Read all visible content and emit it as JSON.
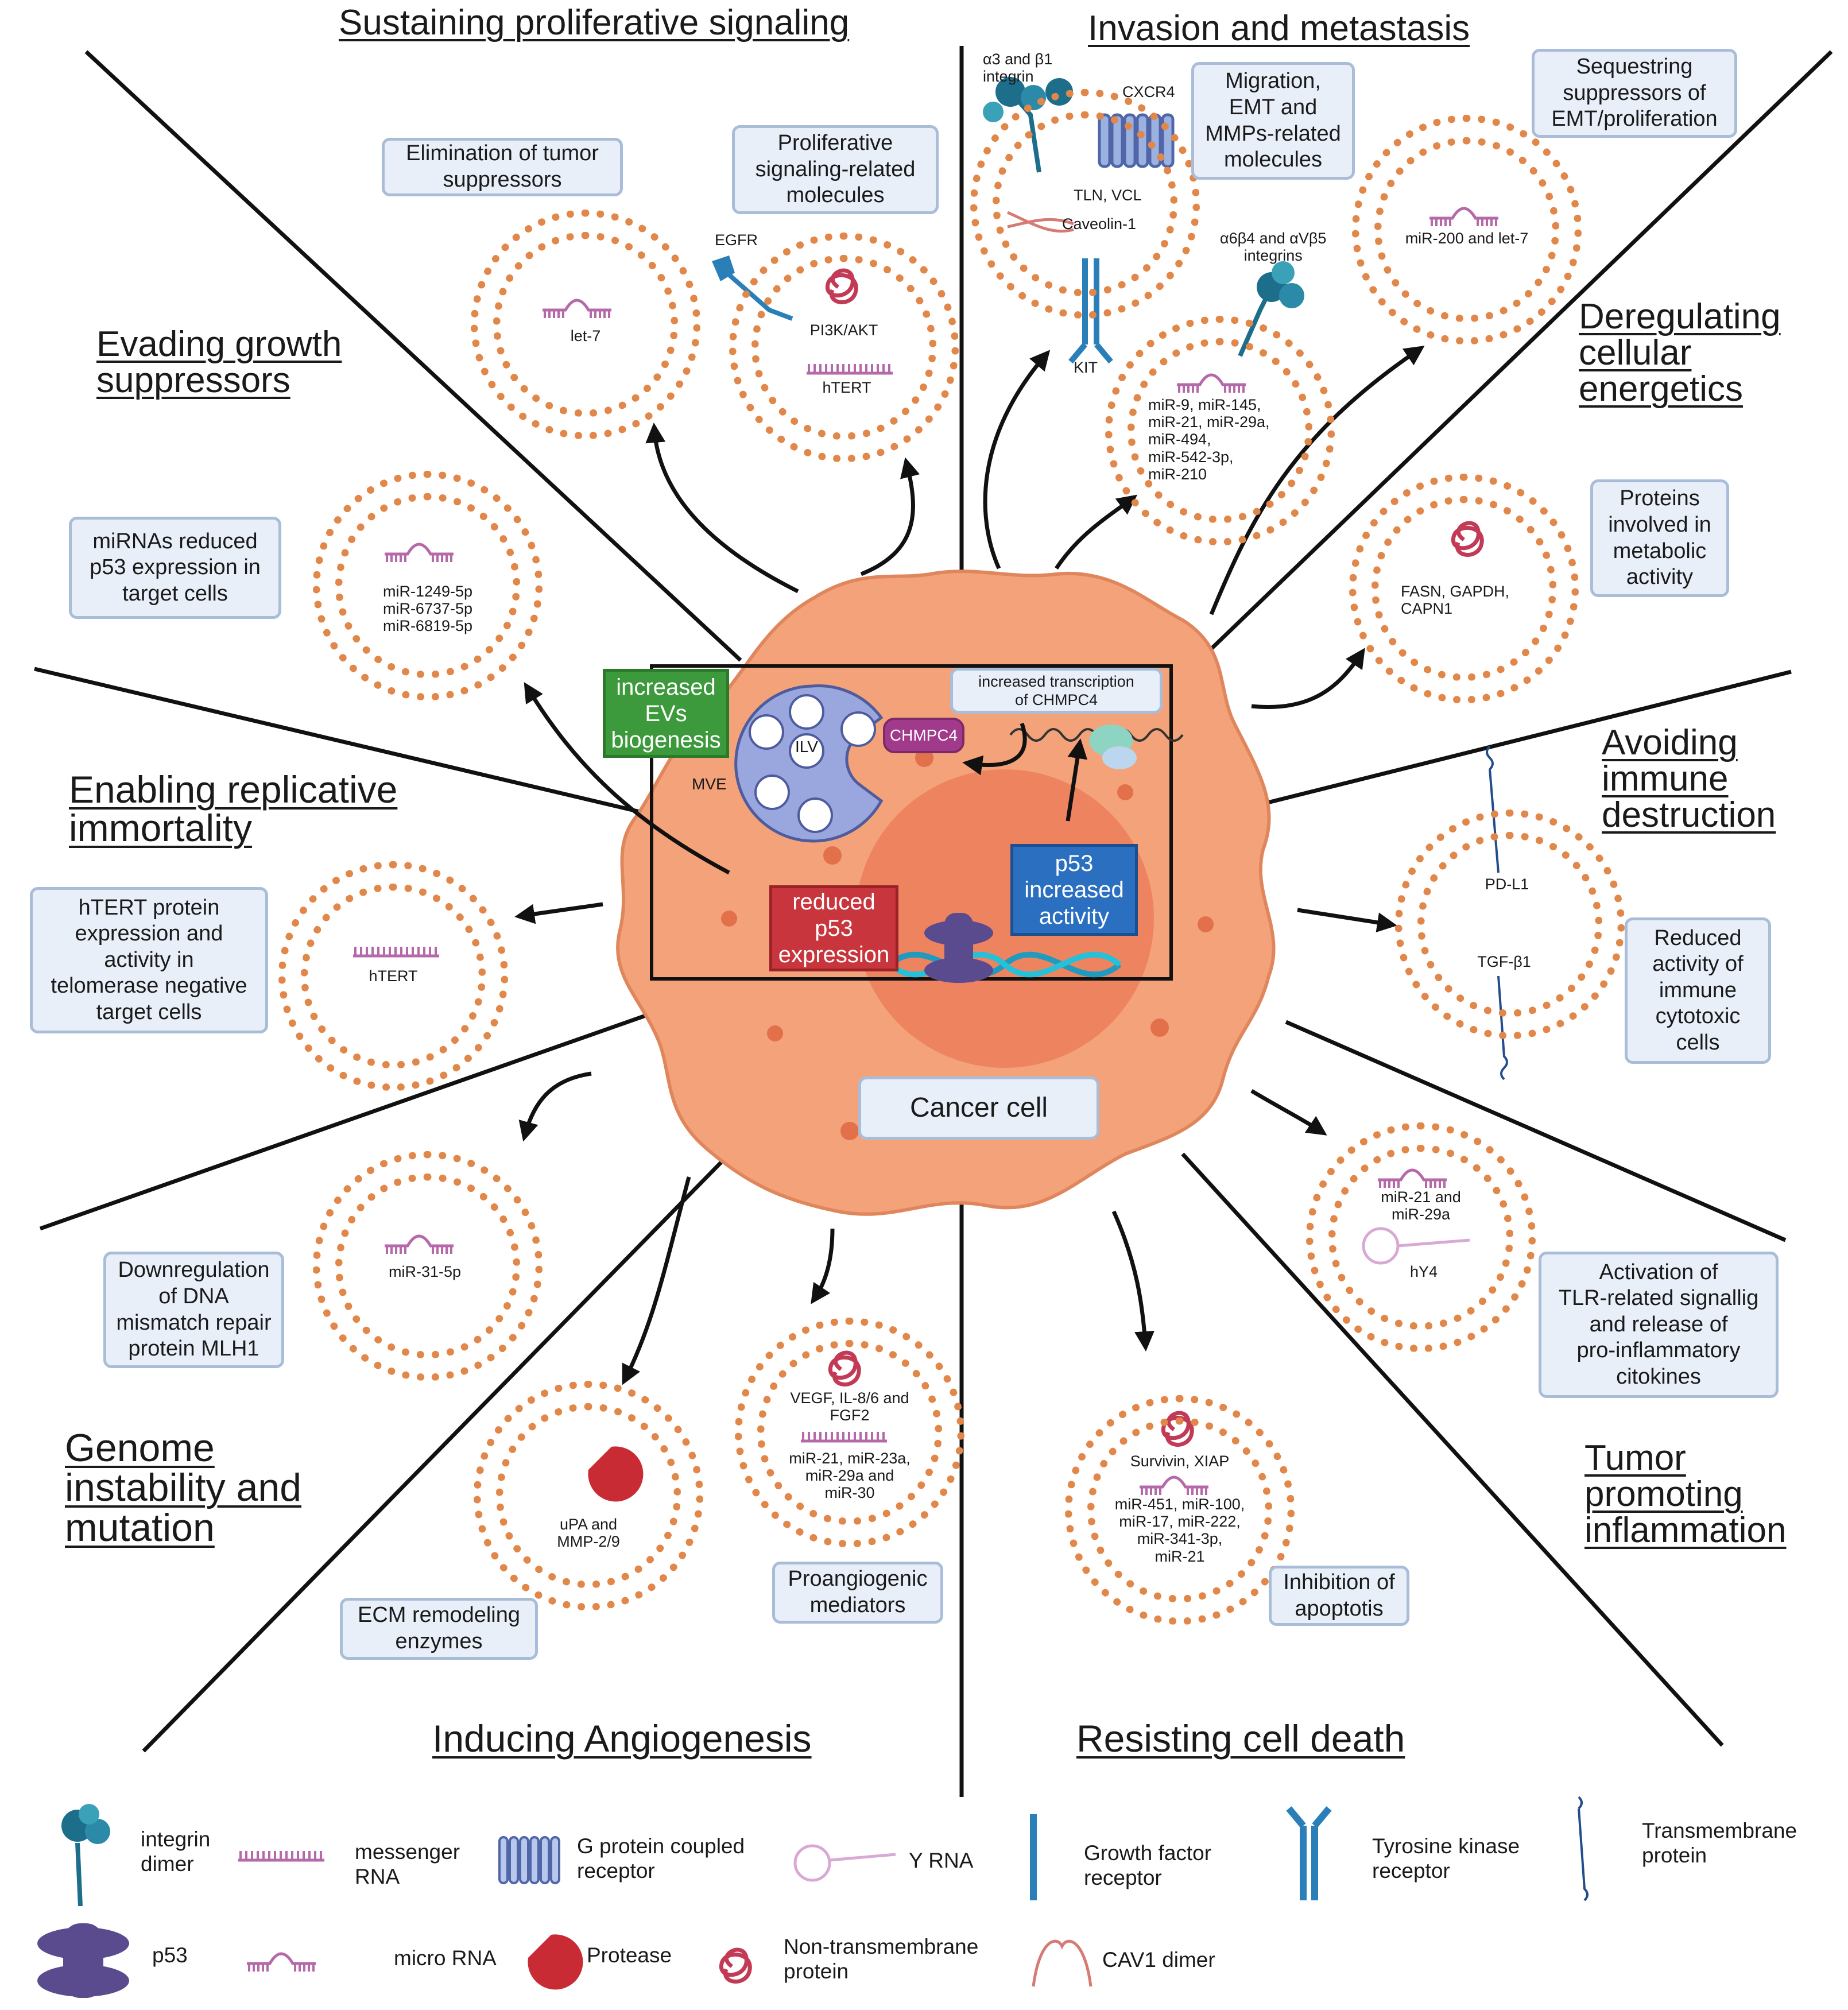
{
  "hallmarks": {
    "proliferative": "Sustaining proliferative signaling",
    "invasion": "Invasion and metastasis",
    "growth_suppressors": "Evading growth\nsuppressors",
    "energetics": "Deregulating\ncellular\nenergetics",
    "immortality": "Enabling replicative\nimmortality",
    "immune": "Avoiding\nimmune\ndestruction",
    "genome": "Genome\ninstability and\nmutation",
    "inflammation": "Tumor\npromoting\ninflammation",
    "angiogenesis": "Inducing Angiogenesis",
    "cell_death": "Resisting cell death"
  },
  "boxes": {
    "elimination": "Elimination of tumor\nsuppressors",
    "prolif_molecules": "Proliferative\nsignaling-related\nmolecules",
    "migration": "Migration,\nEMT and\nMMPs-related\nmolecules",
    "sequestring": "Sequestring\nsuppressors of\nEMT/proliferation",
    "mirna_p53": "miRNAs reduced\np53 expression in\ntarget cells",
    "metabolic": "Proteins\ninvolved in\nmetabolic\nactivity",
    "htert_protein": "hTERT protein\nexpression and\nactivity in\ntelomerase negative\ntarget cells",
    "immune_reduced": "Reduced\nactivity of\nimmune\ncytotoxic\ncells",
    "mlh1": "Downregulation\nof DNA\nmismatch repair\nprotein MLH1",
    "tlr": "Activation of\nTLR-related signallig\nand  release of\npro-inflammatory\ncitokines",
    "ecm": "ECM remodeling\nenzymes",
    "proangiogenic": "Proangiogenic\nmediators",
    "apoptosis": "Inhibition of\napoptotis"
  },
  "vesicles": {
    "let7": "let-7",
    "pi3k": "PI3K/AKT",
    "htert_rna": "hTERT",
    "mir200": "miR-200 and let-7",
    "invasion_mirs": "miR-9, miR-145,\nmiR-21, miR-29a,\nmiR-494,\nmiR-542-3p,\nmiR-210",
    "p53_mirs": "miR-1249-5p\nmiR-6737-5p\nmiR-6819-5p",
    "metabolic_proteins": "FASN, GAPDH,\nCAPN1",
    "htert_left": "hTERT",
    "pdl1": "PD-L1",
    "tgfb1": "TGF-β1",
    "mir31": "miR-31-5p",
    "inflam_mirs": "miR-21 and\nmiR-29a",
    "hy4": "hY4",
    "angio_proteins": "VEGF, IL-8/6 and\nFGF2",
    "angio_mirs": "miR-21, miR-23a,\nmiR-29a and\nmiR-30",
    "protease": "uPA and\nMMP-2/9",
    "death_proteins": "Survivin, XIAP",
    "death_mirs": "miR-451, miR-100,\nmiR-17, miR-222,\nmiR-341-3p,\nmiR-21"
  },
  "molecules": {
    "egfr": "EGFR",
    "integrin_a3b1": "α3 and β1\nintegrin",
    "cxcr4": "CXCR4",
    "tln_vcl": "TLN, VCL",
    "caveolin": "Caveolin-1",
    "kit": "KIT",
    "integrin_a6b4": "α6β4 and αVβ5\nintegrins"
  },
  "cell": {
    "increased_evs": "increased\nEVs\nbiogenesis",
    "transcription": "increased transcription\nof CHMPC4",
    "ilv": "ILV",
    "mve": "MVE",
    "chmpc4": "CHMPC4",
    "p53_increased": "p53\nincreased\nactivity",
    "reduced_p53": "reduced\np53\nexpression",
    "cancer_cell": "Cancer cell"
  },
  "legend": {
    "integrin_dimer": "integrin\ndimer",
    "messenger_rna": "messenger\nRNA",
    "gpcr": "G protein coupled\nreceptor",
    "y_rna": "Y RNA",
    "growth_factor": "Growth factor\nreceptor",
    "tyrosine_kinase": "Tyrosine kinase\nreceptor",
    "transmembrane": "Transmembrane\nprotein",
    "p53": "p53",
    "micro_rna": "micro RNA",
    "protease": "Protease",
    "non_transmembrane": "Non-transmembrane\nprotein",
    "cav1": "CAV1 dimer"
  },
  "colors": {
    "cell_fill": "#f4a27a",
    "nucleus": "#ec7f5a",
    "vesicle_dots": "#e2874a",
    "box_fill": "#e8eff9",
    "box_border": "#a9bdd9",
    "green_tag": "#3c9a3c",
    "blue_tag": "#2a6fc0",
    "red_tag": "#c8353d",
    "mirna": "#b569a9",
    "protein": "#c23a55",
    "integrin": "#1d6e8a",
    "p53": "#5a4a8e"
  },
  "icons": [
    "integrin-icon",
    "mrna-icon",
    "gpcr-icon",
    "y-rna-icon",
    "growth-factor-receptor-icon",
    "tyrosine-kinase-icon",
    "transmembrane-protein-icon",
    "p53-icon",
    "mirna-icon",
    "protease-icon",
    "non-transmembrane-protein-icon",
    "cav1-icon"
  ]
}
